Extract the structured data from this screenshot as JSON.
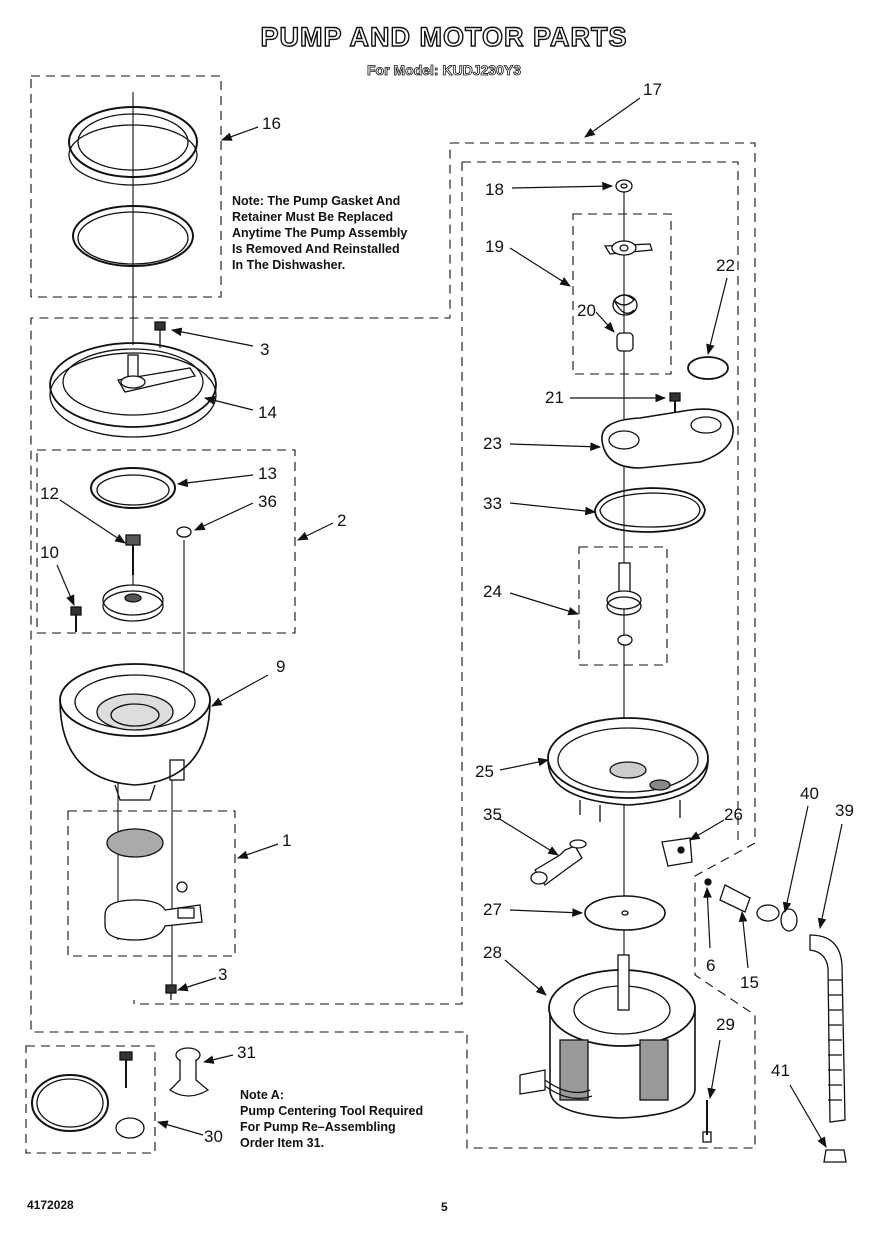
{
  "header": {
    "title": "PUMP AND MOTOR PARTS",
    "subtitle": "For Model: KUDJ230Y3"
  },
  "notes": {
    "gasket_note": [
      "Note: The Pump Gasket And",
      "Retainer Must Be Replaced",
      "Anytime The Pump Assembly",
      "Is Removed And Reinstalled",
      "In The Dishwasher."
    ],
    "note_a": [
      "Note A:",
      "Pump Centering Tool Required",
      "For Pump Re–Assembling",
      "Order Item 31."
    ]
  },
  "callouts": {
    "c1": "1",
    "c2": "2",
    "c3a": "3",
    "c3b": "3",
    "c6": "6",
    "c9": "9",
    "c10": "10",
    "c12": "12",
    "c13": "13",
    "c14": "14",
    "c15": "15",
    "c16": "16",
    "c17": "17",
    "c18": "18",
    "c19": "19",
    "c20": "20",
    "c21": "21",
    "c22": "22",
    "c23": "23",
    "c24": "24",
    "c25": "25",
    "c26": "26",
    "c27": "27",
    "c28": "28",
    "c29": "29",
    "c30": "30",
    "c31": "31",
    "c33": "33",
    "c35": "35",
    "c36": "36",
    "c39": "39",
    "c40": "40",
    "c41": "41"
  },
  "footer": {
    "doc_number": "4172028",
    "page_number": "5"
  }
}
